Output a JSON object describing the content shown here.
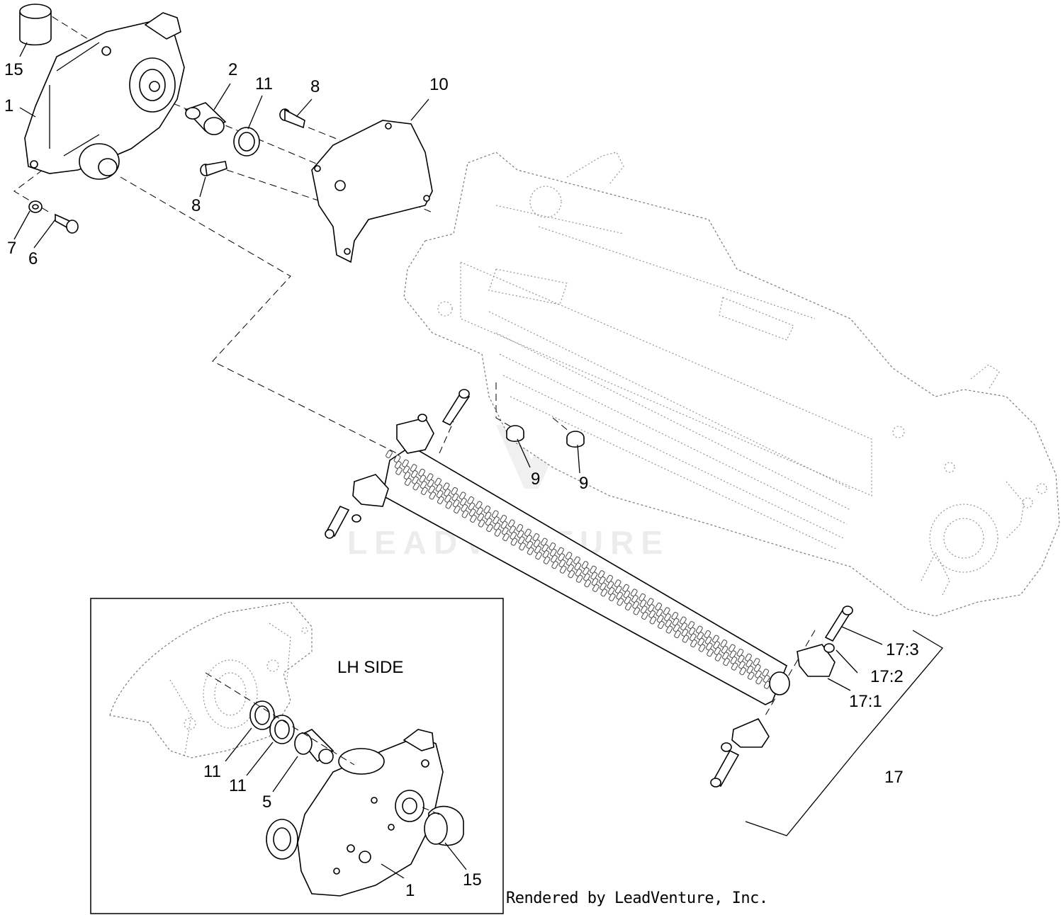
{
  "inset": {
    "title": "LH SIDE"
  },
  "watermark": "LEADVENTURE",
  "credit": "Rendered by LeadVenture, Inc.",
  "callouts": [
    {
      "name": "callout-15-top",
      "label": "15"
    },
    {
      "name": "callout-1-top",
      "label": "1"
    },
    {
      "name": "callout-2",
      "label": "2"
    },
    {
      "name": "callout-11-top",
      "label": "11"
    },
    {
      "name": "callout-8-top",
      "label": "8"
    },
    {
      "name": "callout-10",
      "label": "10"
    },
    {
      "name": "callout-8-lower",
      "label": "8"
    },
    {
      "name": "callout-7",
      "label": "7"
    },
    {
      "name": "callout-6",
      "label": "6"
    },
    {
      "name": "callout-9-left",
      "label": "9"
    },
    {
      "name": "callout-9-right",
      "label": "9"
    },
    {
      "name": "callout-17-3",
      "label": "17:3"
    },
    {
      "name": "callout-17-2",
      "label": "17:2"
    },
    {
      "name": "callout-17-1",
      "label": "17:1"
    },
    {
      "name": "callout-17",
      "label": "17"
    },
    {
      "name": "callout-11-inset-a",
      "label": "11"
    },
    {
      "name": "callout-11-inset-b",
      "label": "11"
    },
    {
      "name": "callout-5",
      "label": "5"
    },
    {
      "name": "callout-1-inset",
      "label": "1"
    },
    {
      "name": "callout-15-inset",
      "label": "15"
    }
  ]
}
